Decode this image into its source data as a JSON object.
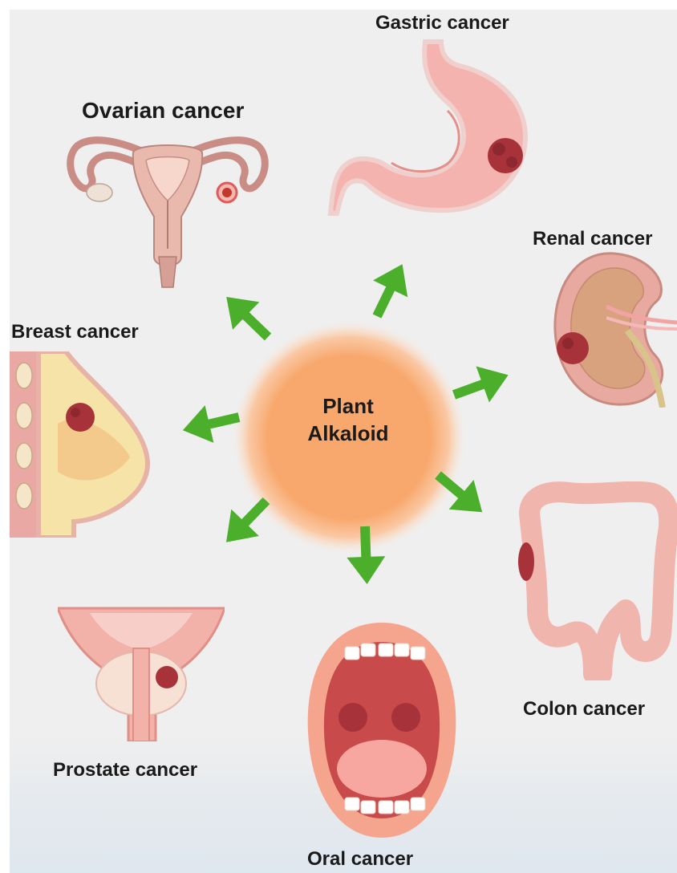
{
  "center": {
    "line1": "Plant",
    "line2": "Alkaloid"
  },
  "labels": {
    "gastric": "Gastric cancer",
    "ovarian": "Ovarian cancer",
    "renal": "Renal cancer",
    "breast": "Breast cancer",
    "colon": "Colon cancer",
    "prostate": "Prostate cancer",
    "oral": "Oral cancer"
  },
  "colors": {
    "arrow": "#4caf2c",
    "center_fill": "#f8a86c",
    "tissue_pink": "#f2a8a4",
    "tumor": "#a8323a"
  }
}
